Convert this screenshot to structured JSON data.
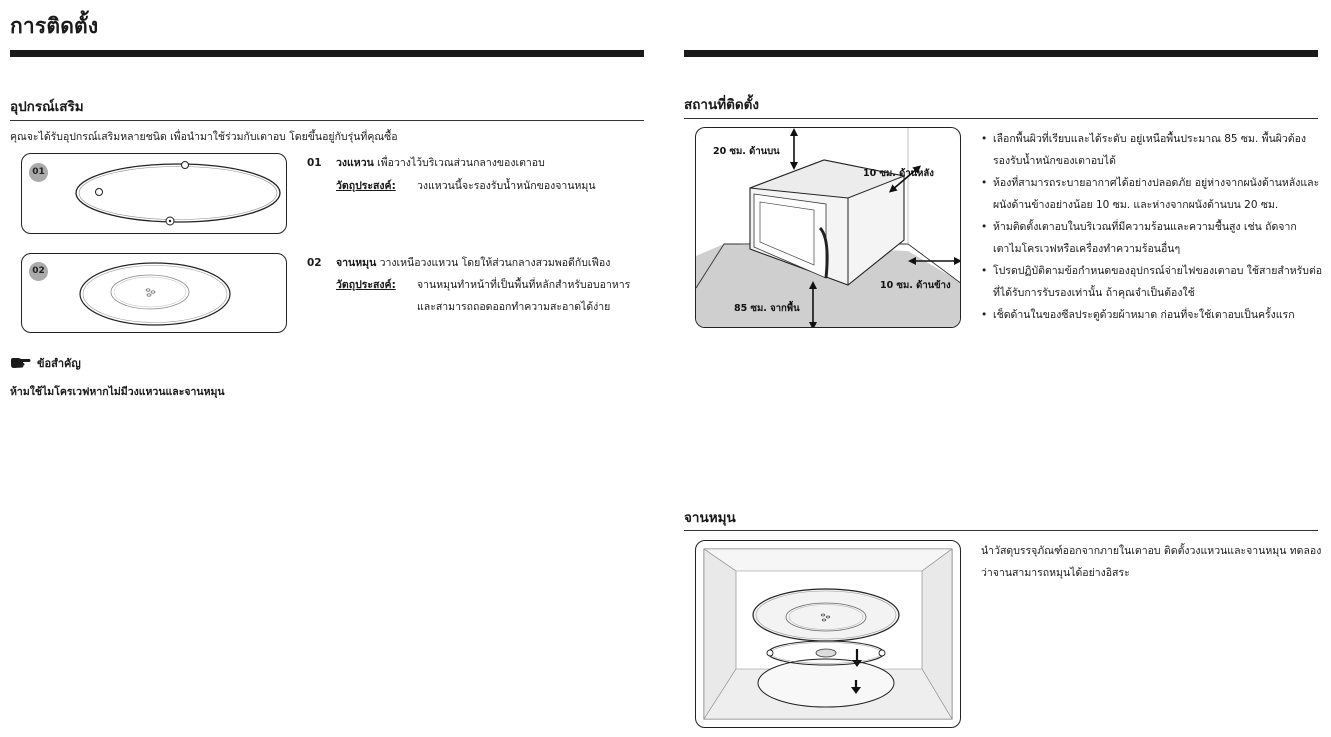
{
  "page_title": "การติดตั้ง",
  "accessories": {
    "title": "อุปกรณ์เสริม",
    "intro": "คุณจะได้รับอุปกรณ์เสริมหลายชนิด เพื่อนำมาใช้ร่วมกับเตาอบ โดยขึ้นอยู่กับรุ่นที่คุณซื้อ",
    "items": [
      {
        "badge": "01",
        "number": "01",
        "name": "วงแหวน",
        "description": "เพื่อวางไว้บริเวณส่วนกลางของเตาอบ",
        "purpose_label": "วัตถุประสงค์:",
        "purpose_lines": [
          "วงแหวนนี้จะรองรับน้ำหนักของจานหมุน"
        ]
      },
      {
        "badge": "02",
        "number": "02",
        "name": "จานหมุน",
        "description": "วางเหนือวงแหวน โดยให้ส่วนกลางสวมพอดีกับเฟือง",
        "purpose_label": "วัตถุประสงค์:",
        "purpose_lines": [
          "จานหมุนทำหน้าที่เป็นพื้นที่หลักสำหรับอบอาหาร",
          "และสามารถถอดออกทำความสะอาดได้ง่าย"
        ]
      }
    ]
  },
  "note": {
    "icon": "pointing-hand-icon",
    "title": "ข้อสำคัญ",
    "text": "ห้ามใช้ไมโครเวฟหากไม่มีวงแหวนและจานหมุน"
  },
  "location": {
    "title": "สถานที่ติดตั้ง",
    "labels": {
      "top": "20 ซม. ด้านบน",
      "back": "10 ซม. ด้านหลัง",
      "side": "10 ซม. ด้านข้าง",
      "floor": "85 ซม. จากพื้น"
    },
    "bullets": [
      [
        "เลือกพื้นผิวที่เรียบและได้ระดับ อยู่เหนือพื้นประมาณ 85 ซม. พื้นผิวต้อง",
        "รองรับน้ำหนักของเตาอบได้"
      ],
      [
        "ห้องที่สามารถระบายอากาศได้อย่างปลอดภัย อยู่ห่างจากผนังด้านหลังและ",
        "ผนังด้านข้างอย่างน้อย 10 ซม. และห่างจากผนังด้านบน 20 ซม."
      ],
      [
        "ห้ามติดตั้งเตาอบในบริเวณที่มีความร้อนและความชื้นสูง เช่น ถัดจาก",
        "เตาไมโครเวฟหรือเครื่องทำความร้อนอื่นๆ"
      ],
      [
        "โปรดปฏิบัติตามข้อกำหนดของอุปกรณ์จ่ายไฟของเตาอบ ใช้สายสำหรับต่อ",
        "ที่ได้รับการรับรองเท่านั้น ถ้าคุณจำเป็นต้องใช้"
      ],
      [
        "เช็ดด้านในของซีลประตูด้วยผ้าหมาด ก่อนที่จะใช้เตาอบเป็นครั้งแรก"
      ]
    ]
  },
  "turntable": {
    "title": "จานหมุน",
    "text_lines": [
      "นำวัสดุบรรจุภัณฑ์ออกจากภายในเตาอบ ติดตั้งวงแหวนและจานหมุน ทดลอง",
      "ว่าจานสามารถหมุนได้อย่างอิสระ"
    ]
  }
}
